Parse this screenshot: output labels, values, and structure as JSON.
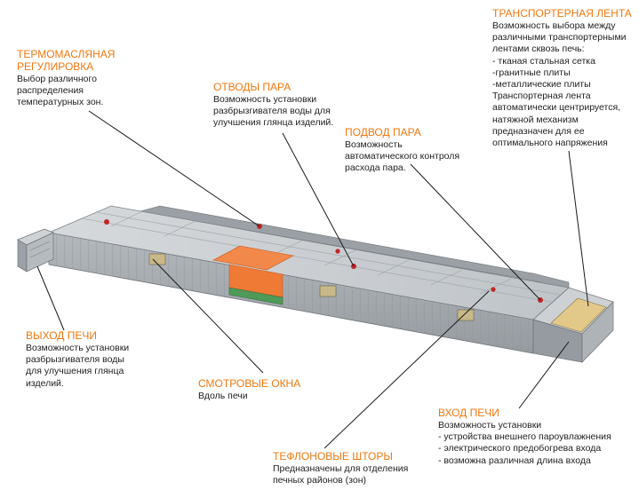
{
  "colors": {
    "accent": "#f0780f",
    "body_text": "#222222",
    "leader_line": "#1a1a1a",
    "oven_steel": "#c8ccd0",
    "oven_dark": "#7c8287",
    "hot_zone": "#f07a3a",
    "green_zone": "#4f9a58"
  },
  "callouts": {
    "thermo": {
      "title_lines": [
        "ТЕРМОМАСЛЯНАЯ",
        "РЕГУЛИРОВКА"
      ],
      "desc_lines": [
        "Выбор различного",
        "распределения",
        "температурных зон."
      ]
    },
    "steam_vents": {
      "title_lines": [
        "ОТВОДЫ ПАРА"
      ],
      "desc_lines": [
        "Возможность установки",
        "разбрызгивателя воды для",
        "улучшения глянца изделий."
      ]
    },
    "steam_supply": {
      "title_lines": [
        "ПОДВОД ПАРА"
      ],
      "desc_lines": [
        "Возможность",
        "автоматического контроля",
        "расхода пара."
      ]
    },
    "conveyor": {
      "title_lines": [
        "ТРАНСПОРТЕРНАЯ ЛЕНТА"
      ],
      "desc_lines": [
        "Возможность выбора между",
        "различными транспортерными",
        "лентами сквозь печь:",
        "- тканая стальная сетка",
        "-гранитные плиты",
        "-металлические плиты",
        "Транспортерная лента",
        "автоматически центрируется,",
        "натяжной механизм",
        "предназначен для ее",
        "оптимального напряжения"
      ]
    },
    "oven_exit": {
      "title_lines": [
        "ВЫХОД ПЕЧИ"
      ],
      "desc_lines": [
        "Возможность установки",
        "разбрызгивателя воды",
        "для улучшения глянца",
        "изделий."
      ]
    },
    "windows": {
      "title_lines": [
        "СМОТРОВЫЕ ОКНА"
      ],
      "desc_lines": [
        "Вдоль печи"
      ]
    },
    "teflon": {
      "title_lines": [
        "ТЕФЛОНОВЫЕ ШТОРЫ"
      ],
      "desc_lines": [
        "Предназначены для отделения",
        "печных районов (зон)"
      ]
    },
    "oven_entry": {
      "title_lines": [
        "ВХОД ПЕЧИ"
      ],
      "desc_lines": [
        "Возможность установки",
        "- устройства внешнего пароувлажнения",
        "- электрического предобогрева входа",
        "- возможна различная длина входа"
      ]
    }
  }
}
